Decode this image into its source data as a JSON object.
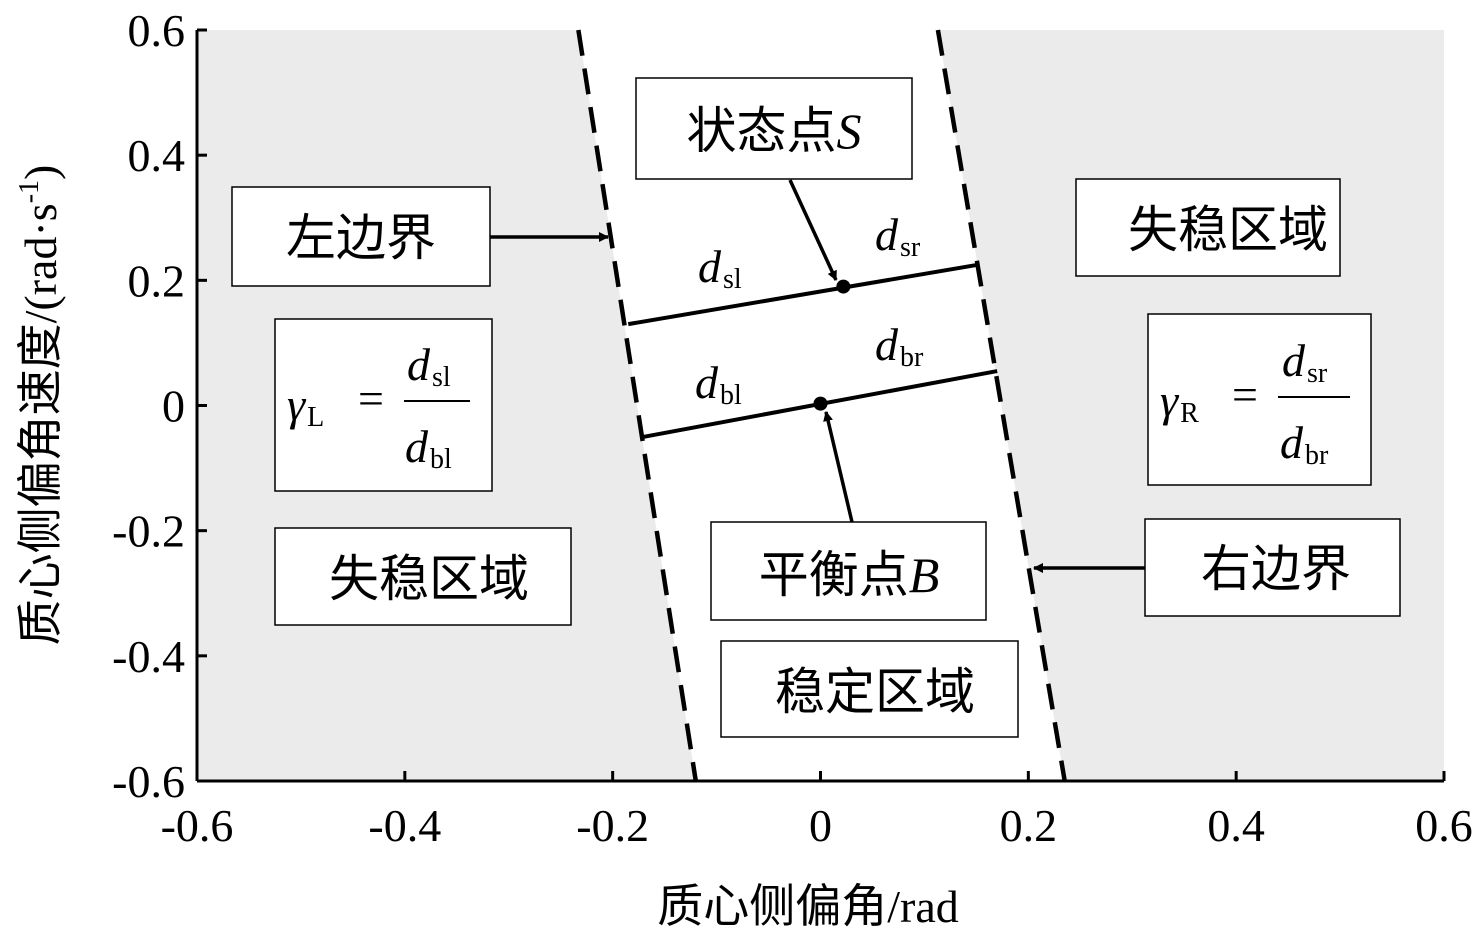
{
  "chart_data": {
    "type": "scatter",
    "xlabel": "质心侧偏角/rad",
    "ylabel": "质心侧偏角速度/(rad·s",
    "ylabel_sup": "-1",
    "ylabel_close": ")",
    "xlim": [
      -0.6,
      0.6
    ],
    "ylim": [
      -0.6,
      0.6
    ],
    "xticks": [
      -0.6,
      -0.4,
      -0.2,
      0,
      0.2,
      0.4,
      0.6
    ],
    "yticks": [
      -0.6,
      -0.4,
      -0.2,
      0,
      0.2,
      0.4,
      0.6
    ],
    "xtick_labels": [
      "-0.6",
      "-0.4",
      "-0.2",
      "0",
      "0.2",
      "0.4",
      "0.6"
    ],
    "ytick_labels": [
      "-0.6",
      "-0.4",
      "-0.2",
      "0",
      "0.2",
      "0.4",
      "0.6"
    ],
    "unstable_fill": "#ebebeb",
    "boundaries": {
      "left": [
        [
          -0.233,
          0.6
        ],
        [
          -0.12,
          -0.6
        ]
      ],
      "right": [
        [
          0.113,
          0.6
        ],
        [
          0.235,
          -0.6
        ]
      ]
    },
    "segments": {
      "state": [
        [
          -0.185,
          0.13
        ],
        [
          0.152,
          0.225
        ]
      ],
      "balance": [
        [
          -0.17,
          -0.05
        ],
        [
          0.17,
          0.055
        ]
      ]
    },
    "points": {
      "state_S": [
        0.022,
        0.19
      ],
      "balance_B": [
        0,
        0.003
      ]
    },
    "labels": {
      "left_boundary": "左边界",
      "right_boundary": "右边界",
      "state_point": "状态点",
      "state_point_var": "S",
      "balance_point": "平衡点",
      "balance_point_var": "B",
      "unstable_region_right": "失稳区域",
      "unstable_region_left": "失稳区域",
      "stable_region": "稳定区域"
    },
    "distances": {
      "d": "d",
      "sl": "sl",
      "sr": "sr",
      "bl": "bl",
      "br": "br"
    },
    "formulas": {
      "gamma": "γ",
      "L": "L",
      "R": "R",
      "equals": "="
    }
  }
}
